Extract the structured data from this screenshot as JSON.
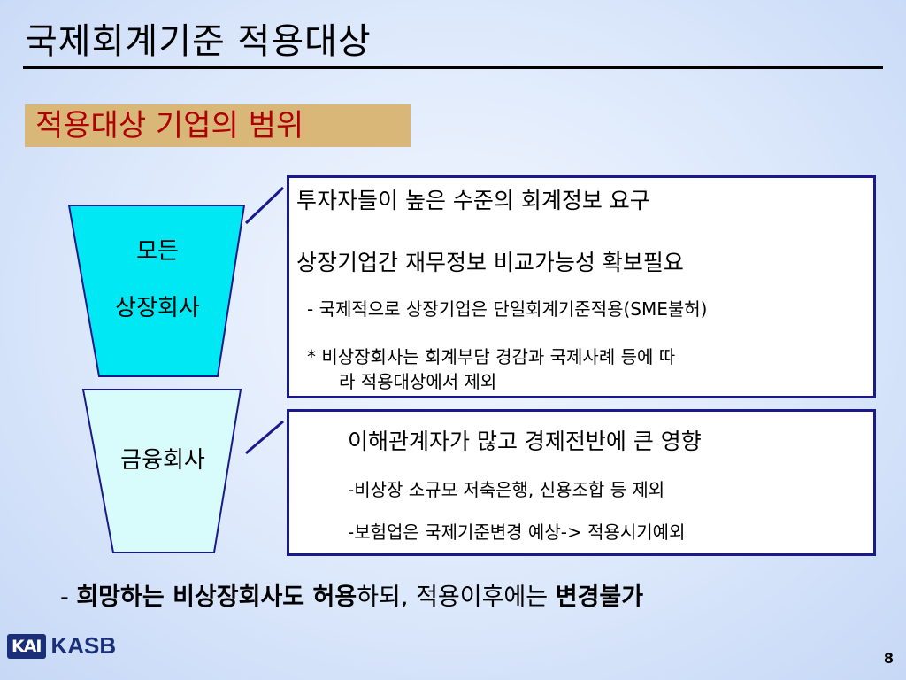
{
  "slide": {
    "title": "국제회계기준 적용대상",
    "subtitle": "적용대상 기업의 범위",
    "page_number": "8"
  },
  "shapes": {
    "listed": {
      "line1": "모든",
      "line2": "상장회사",
      "color": "#00e8f4"
    },
    "financial": {
      "line1": "금융회사",
      "color": "#d8fbfb"
    }
  },
  "box1": {
    "line1": "투자자들이 높은 수준의 회계정보 요구",
    "line2": "상장기업간 재무정보 비교가능성 확보필요",
    "line3": "- 국제적으로 상장기업은 단일회계기준적용(SME불허)",
    "line4a": "* 비상장회사는 회계부담 경감과 국제사례 등에 따",
    "line4b": "라 적용대상에서 제외"
  },
  "box2": {
    "line1": "이해관계자가 많고 경제전반에 큰 영향",
    "line2": "-비상장 소규모 저축은행, 신용조합 등 제외",
    "line3": "-보험업은 국제기준변경 예상-> 적용시기예외"
  },
  "bottom": {
    "dash": "- ",
    "bold1": "희망하는 비상장회사도 허용",
    "plain": "하되, 적용이후에는 ",
    "bold2": "변경불가"
  },
  "logo": {
    "badge": "KAI",
    "text": "KASB"
  },
  "colors": {
    "subtitle_bg": "#d9b779",
    "subtitle_text": "#b00000",
    "box_border": "#1a1a8c"
  }
}
